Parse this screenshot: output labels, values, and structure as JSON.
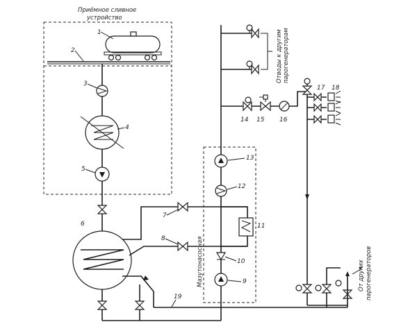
{
  "labels": {
    "receiving_device": "Приёмное сливное устройство",
    "branches_out": "Отводы к другим парогенераторам",
    "pump_station": "Мазутонасосная",
    "from_others": "От других парогенераторов"
  },
  "numbers": {
    "n1": "1",
    "n2": "2",
    "n3": "3",
    "n4": "4",
    "n5": "5",
    "n6": "6",
    "n7": "7",
    "n8": "8",
    "n9": "9",
    "n10": "10",
    "n11": "11",
    "n12": "12",
    "n13": "13",
    "n14": "14",
    "n15": "15",
    "n16": "16",
    "n17": "17",
    "n18": "18",
    "n19": "19"
  }
}
